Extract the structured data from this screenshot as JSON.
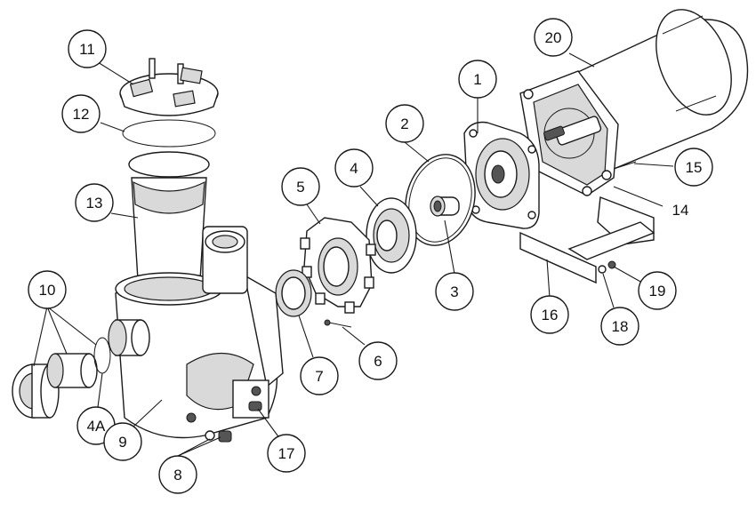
{
  "callouts": [
    {
      "id": "c1",
      "label": "1"
    },
    {
      "id": "c2",
      "label": "2"
    },
    {
      "id": "c3",
      "label": "3"
    },
    {
      "id": "c4",
      "label": "4"
    },
    {
      "id": "c4a",
      "label": "4A"
    },
    {
      "id": "c5",
      "label": "5"
    },
    {
      "id": "c6",
      "label": "6"
    },
    {
      "id": "c7",
      "label": "7"
    },
    {
      "id": "c8",
      "label": "8"
    },
    {
      "id": "c9",
      "label": "9"
    },
    {
      "id": "c10",
      "label": "10"
    },
    {
      "id": "c11",
      "label": "11"
    },
    {
      "id": "c12",
      "label": "12"
    },
    {
      "id": "c13",
      "label": "13"
    },
    {
      "id": "c14",
      "label": "14"
    },
    {
      "id": "c15",
      "label": "15"
    },
    {
      "id": "c16",
      "label": "16"
    },
    {
      "id": "c17",
      "label": "17"
    },
    {
      "id": "c18",
      "label": "18"
    },
    {
      "id": "c19",
      "label": "19"
    },
    {
      "id": "c20",
      "label": "20"
    }
  ]
}
